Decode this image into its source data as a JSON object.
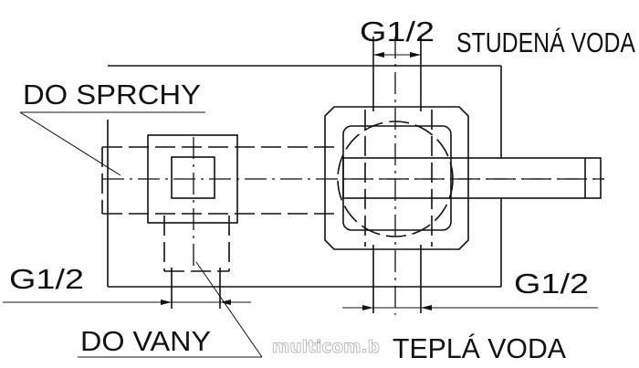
{
  "labels": {
    "do_sprchy": "DO SPRCHY",
    "do_vany": "DO VANY",
    "studena_voda": "STUDENÁ VODA",
    "tepla_voda": "TEPLÁ VODA",
    "g_left": "G1/2",
    "g_top": "G1/2",
    "g_right": "G1/2"
  },
  "watermark": "multicom.b"
}
